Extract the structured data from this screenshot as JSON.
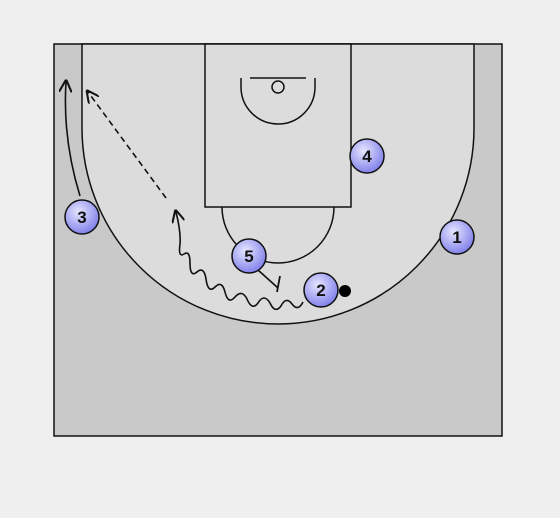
{
  "colors": {
    "background": "#efefef",
    "court_floor": "#c9c9c9",
    "three_point_area": "#dcdcdc",
    "lines": "#111111",
    "player_fill_light": "#e6e6ff",
    "player_fill_dark": "#7b7bea",
    "ball": "#000000"
  },
  "players": [
    {
      "id": "p1",
      "label": "1"
    },
    {
      "id": "p2",
      "label": "2"
    },
    {
      "id": "p3",
      "label": "3"
    },
    {
      "id": "p4",
      "label": "4"
    },
    {
      "id": "p5",
      "label": "5"
    }
  ],
  "actions": [
    {
      "type": "cut",
      "player": "3",
      "style": "solid-arrow"
    },
    {
      "type": "pass",
      "style": "dashed-arrow"
    },
    {
      "type": "dribble",
      "player": "2",
      "style": "zigzag-arrow"
    },
    {
      "type": "screen",
      "player": "5",
      "style": "screen-bar"
    }
  ],
  "ball_holder": "2"
}
